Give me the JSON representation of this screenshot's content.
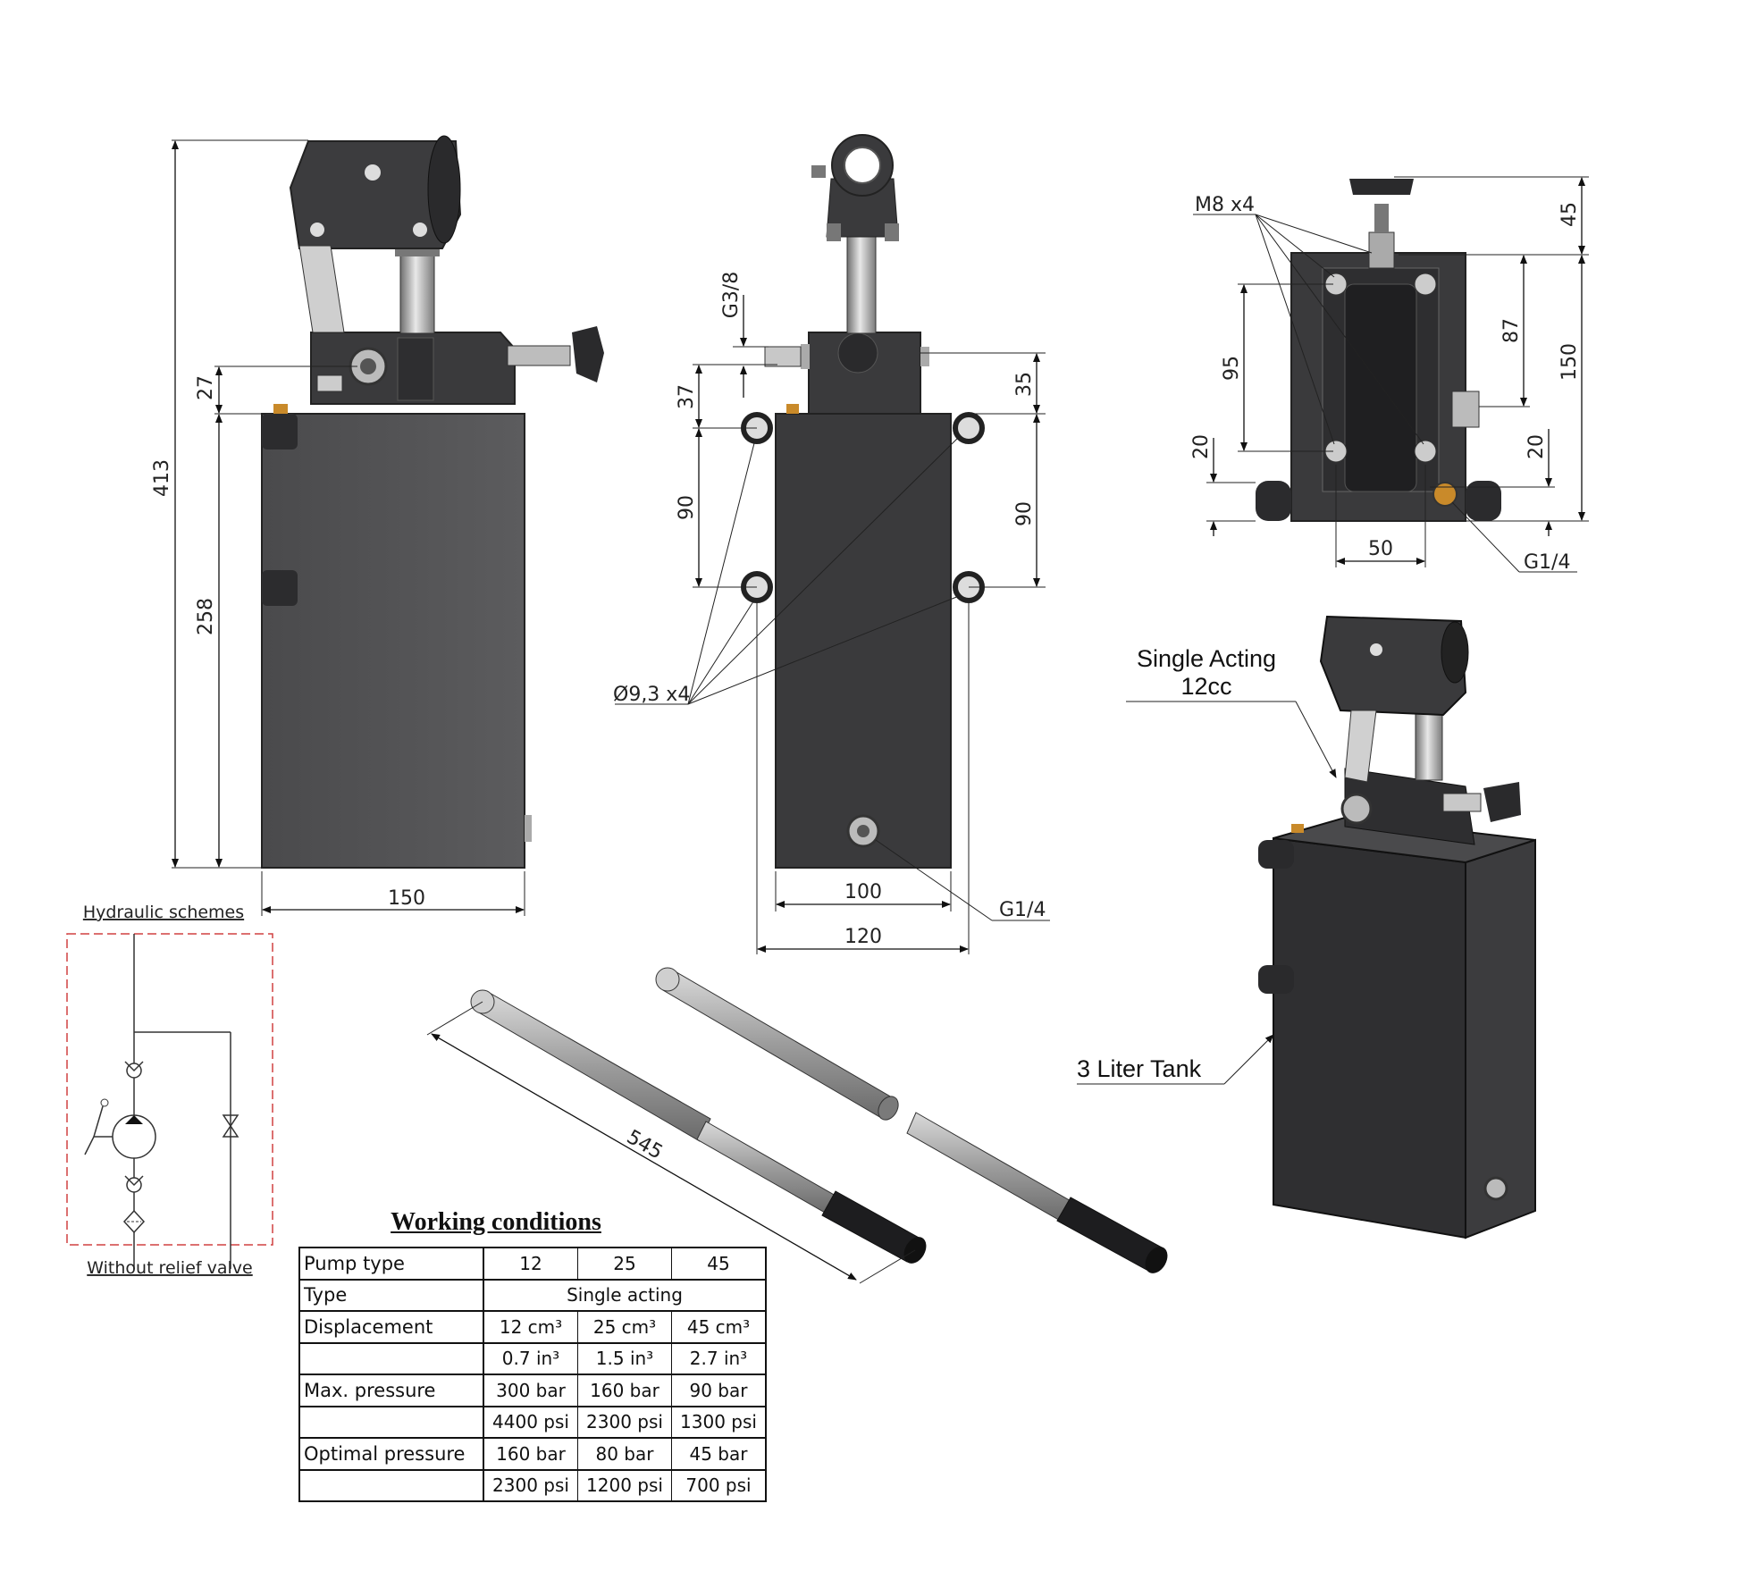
{
  "dimensions": {
    "side_view": {
      "total_height": "413",
      "tank_height": "258",
      "valve_offset": "27",
      "width": "150"
    },
    "front_view": {
      "port_thread": "G3/8",
      "port_offset": "37",
      "valve_offset": "35",
      "hole_spacing_left": "90",
      "hole_spacing_right": "90",
      "hole_diameter": "Ø9,3 x4",
      "inner_width": "100",
      "outer_width": "120",
      "drain_port": "G1/4"
    },
    "top_view": {
      "bolts": "M8 x4",
      "top": "45",
      "height_87": "87",
      "height_95": "95",
      "height_150": "150",
      "left_20": "20",
      "right_20": "20",
      "width": "50",
      "port": "G1/4"
    },
    "handle_length": "545"
  },
  "callouts": {
    "single_acting_line1": "Single Acting",
    "single_acting_line2": "12cc",
    "tank": "3 Liter Tank"
  },
  "schematic": {
    "title": "Hydraulic schemes",
    "caption": "Without relief valve"
  },
  "working_conditions": {
    "title": "Working conditions",
    "pump_type_label": "Pump type",
    "pump_types": [
      "12",
      "25",
      "45"
    ],
    "type_label": "Type",
    "type_value": "Single acting",
    "displacement_label": "Displacement",
    "displacement_cm3": [
      "12 cm³",
      "25 cm³",
      "45 cm³"
    ],
    "displacement_in3": [
      "0.7 in³",
      "1.5 in³",
      "2.7 in³"
    ],
    "max_pressure_label": "Max. pressure",
    "max_pressure_bar": [
      "300 bar",
      "160 bar",
      "90 bar"
    ],
    "max_pressure_psi": [
      "4400 psi",
      "2300 psi",
      "1300  psi"
    ],
    "optimal_pressure_label": "Optimal pressure",
    "optimal_pressure_bar": [
      "160 bar",
      "80 bar",
      "45  bar"
    ],
    "optimal_pressure_psi": [
      "2300 psi",
      "1200 psi",
      "700   psi"
    ]
  },
  "colors": {
    "body": "#3a3a3c",
    "body_light": "#58585a",
    "schematic_frame": "#d04040",
    "fitting": "#c0c0c0"
  }
}
